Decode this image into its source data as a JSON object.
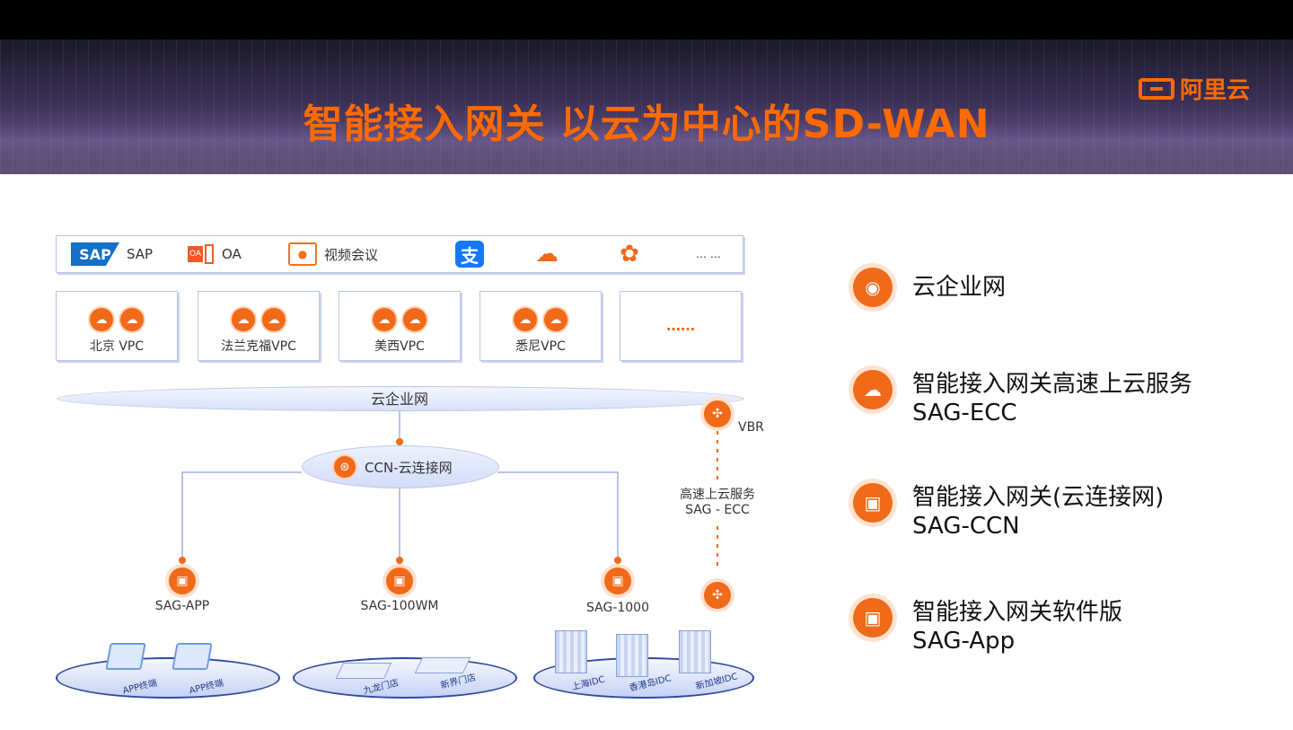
{
  "header": {
    "title": "智能接入网关  以云为中心的SD-WAN",
    "logo_text": "阿里云",
    "accent_color": "#ff6a00"
  },
  "apps_bar": {
    "items": [
      {
        "icon": "sap-logo",
        "logo_text": "SAP",
        "label": "SAP"
      },
      {
        "icon": "oa-icon",
        "label": "OA"
      },
      {
        "icon": "video-conference-icon",
        "label": "视频会议"
      },
      {
        "icon": "alipay-icon",
        "label": ""
      },
      {
        "icon": "cloud-upload-icon",
        "label": ""
      },
      {
        "icon": "mascot-icon",
        "label": ""
      },
      {
        "icon": "more-icon",
        "label": "… …"
      }
    ]
  },
  "vpcs": [
    {
      "label": "北京 VPC"
    },
    {
      "label": "法兰克福VPC"
    },
    {
      "label": "美西VPC"
    },
    {
      "label": "悉尼VPC"
    },
    {
      "label": "……"
    }
  ],
  "cen": {
    "label": "云企业网"
  },
  "ccn": {
    "label": "CCN-云连接网"
  },
  "vbr": {
    "label": "VBR"
  },
  "ecc": {
    "line1": "高速上云服务",
    "line2": "SAG - ECC"
  },
  "sag_nodes": [
    {
      "label": "SAG-APP"
    },
    {
      "label": "SAG-100WM"
    },
    {
      "label": "SAG-1000"
    }
  ],
  "sites": [
    {
      "devices": [
        "APP终端",
        "APP终端"
      ]
    },
    {
      "devices": [
        "九龙门店",
        "新界门店"
      ]
    },
    {
      "devices": [
        "上海IDC",
        "香港岛IDC",
        "新加坡IDC"
      ]
    }
  ],
  "legend": [
    {
      "icon": "globe-icon",
      "lines": [
        "云企业网"
      ]
    },
    {
      "icon": "cloud-link-icon",
      "lines": [
        "智能接入网关高速上云服务",
        "SAG-ECC"
      ]
    },
    {
      "icon": "gateway-icon",
      "lines": [
        "智能接入网关(云连接网)",
        "SAG-CCN"
      ]
    },
    {
      "icon": "gateway-icon",
      "lines": [
        "智能接入网关软件版",
        "SAG-App"
      ]
    }
  ]
}
